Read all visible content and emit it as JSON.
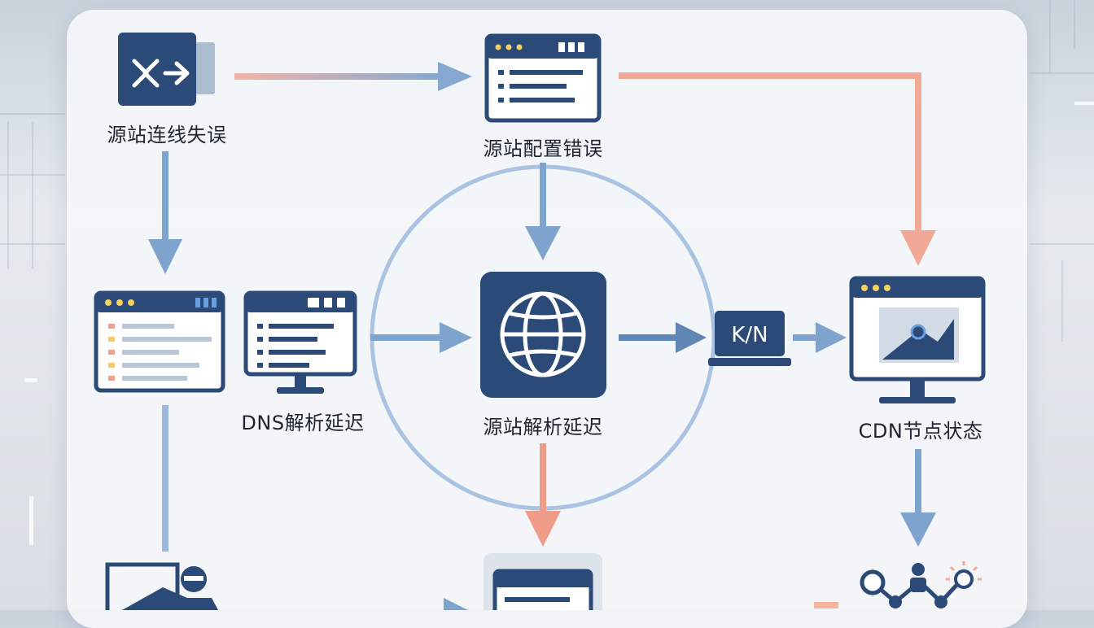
{
  "nodes": {
    "origin_connection_error": "源站连线失误",
    "origin_config_error": "源站配置错误",
    "dns_resolution_delay": "DNS解析延迟",
    "origin_resolution_delay": "源站解析延迟",
    "cdn_node_status": "CDN节点状态"
  },
  "icons": {
    "top_left": "code-arrow-icon",
    "top_center": "browser-window-icon",
    "middle_left": "browser-list-icon",
    "middle_dns": "monitor-list-icon",
    "center": "globe-icon",
    "vpn": "vpn-laptop-icon",
    "cdn": "monitor-image-icon",
    "bottom_left": "worker-icon",
    "bottom_center": "browser-window-icon",
    "bottom_right": "network-nodes-icon"
  },
  "badge_text": "K/N",
  "colors": {
    "navy": "#2b4a78",
    "blue_arrow": "#7ea3cc",
    "salmon_arrow": "#ee9c88",
    "circle": "#a9c3e2"
  }
}
